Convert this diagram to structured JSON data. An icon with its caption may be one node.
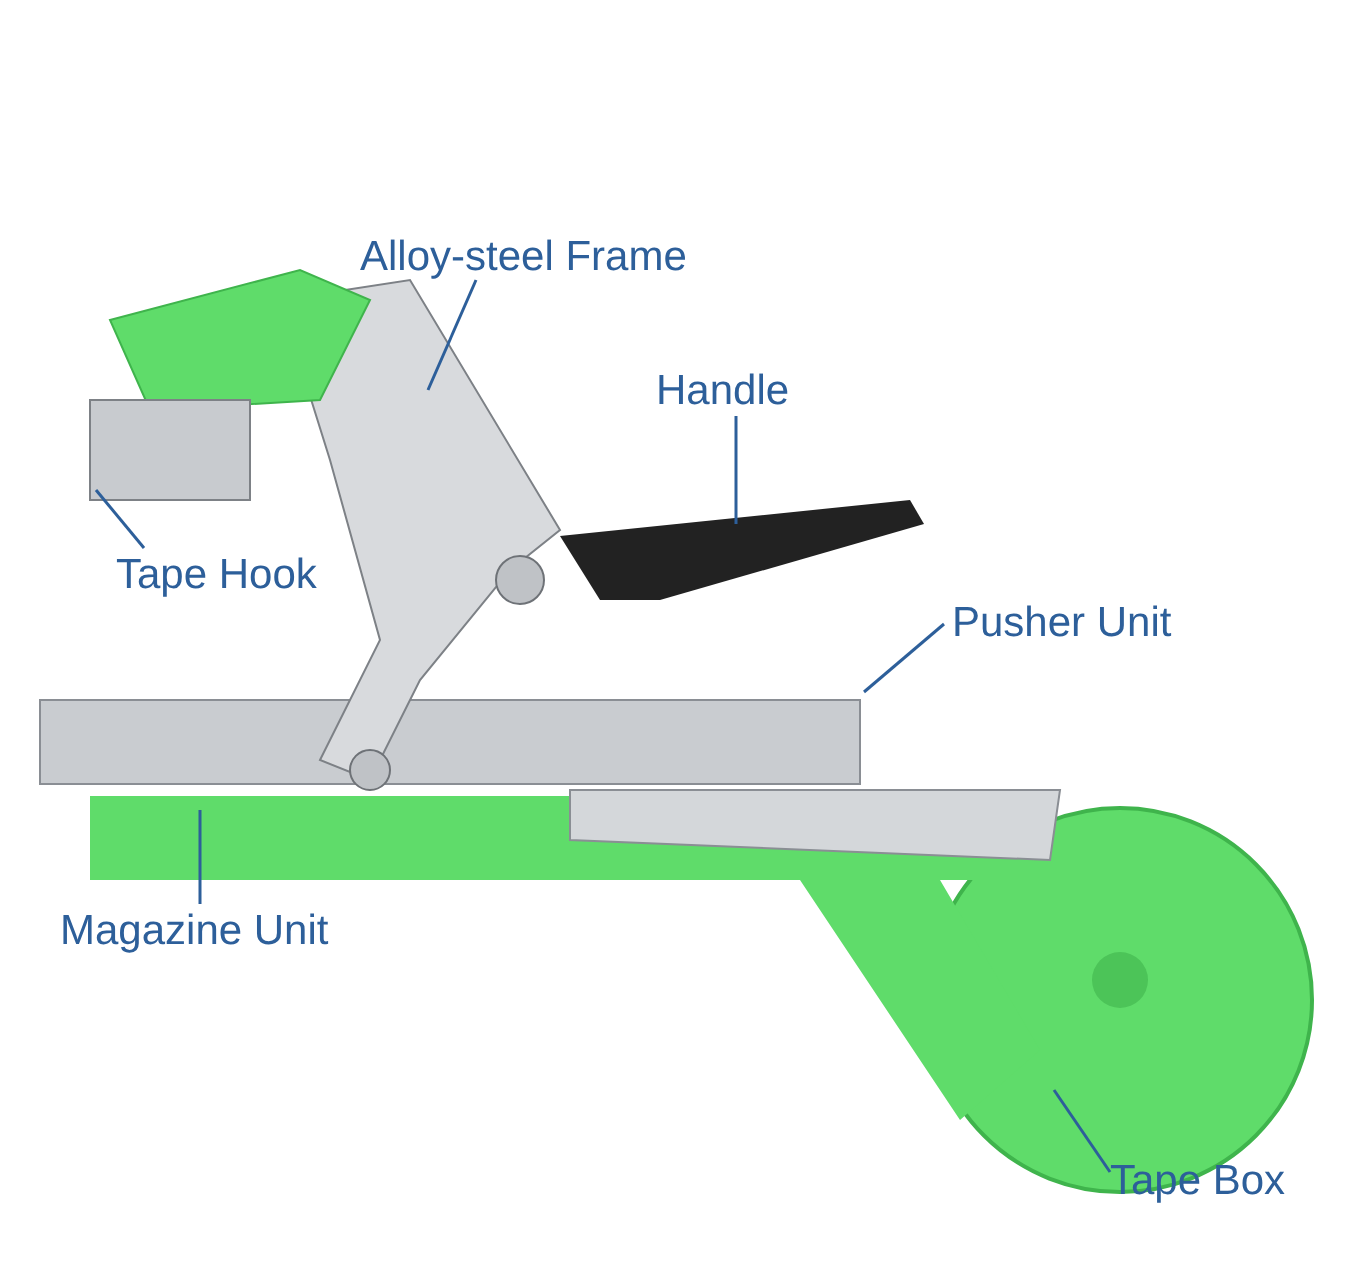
{
  "diagram": {
    "nodes": [
      {
        "text": [
          "Alloy-steel Frame"
        ]
      },
      {
        "text": [
          "Handle"
        ]
      },
      {
        "text": [
          "Tape Hook"
        ]
      },
      {
        "text": [
          "Pusher Unit"
        ]
      },
      {
        "text": [
          "Magazine Unit"
        ]
      },
      {
        "text": [
          "Tape Box"
        ]
      }
    ],
    "edges": [
      {
        "from": 0,
        "to": null,
        "arrow": "none"
      },
      {
        "from": 1,
        "to": null,
        "arrow": "none"
      },
      {
        "from": 2,
        "to": null,
        "arrow": "none"
      },
      {
        "from": 3,
        "to": null,
        "arrow": "none"
      },
      {
        "from": 4,
        "to": null,
        "arrow": "none"
      },
      {
        "from": 5,
        "to": null,
        "arrow": "none"
      }
    ]
  }
}
